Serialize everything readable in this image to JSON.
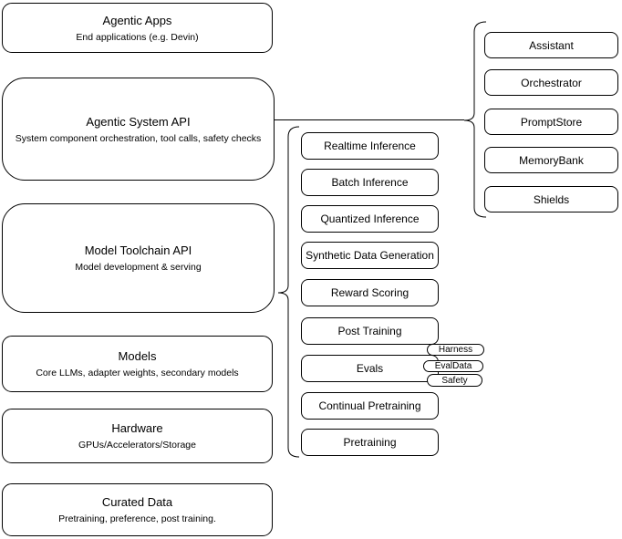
{
  "diagram": {
    "background": "#ffffff",
    "stroke_color": "#000000",
    "stack": {
      "boxes": [
        {
          "title": "Agentic Apps",
          "subtitle": "End applications (e.g. Devin)"
        },
        {
          "title": "Agentic System API",
          "subtitle": "System component orchestration, tool calls, safety checks"
        },
        {
          "title": "Model Toolchain API",
          "subtitle": "Model development & serving"
        },
        {
          "title": "Models",
          "subtitle": "Core LLMs, adapter weights, secondary models"
        },
        {
          "title": "Hardware",
          "subtitle": "GPUs/Accelerators/Storage"
        },
        {
          "title": "Curated Data",
          "subtitle": "Pretraining, preference, post training."
        }
      ]
    },
    "toolchain_group": {
      "items": [
        "Realtime Inference",
        "Batch Inference",
        "Quantized Inference",
        "Synthetic Data Generation",
        "Reward Scoring",
        "Post Training",
        "Evals",
        "Continual Pretraining",
        "Pretraining"
      ],
      "evals_tags": [
        "Harness",
        "EvalData",
        "Safety"
      ]
    },
    "system_group": {
      "items": [
        "Assistant",
        "Orchestrator",
        "PromptStore",
        "MemoryBank",
        "Shields"
      ]
    }
  }
}
